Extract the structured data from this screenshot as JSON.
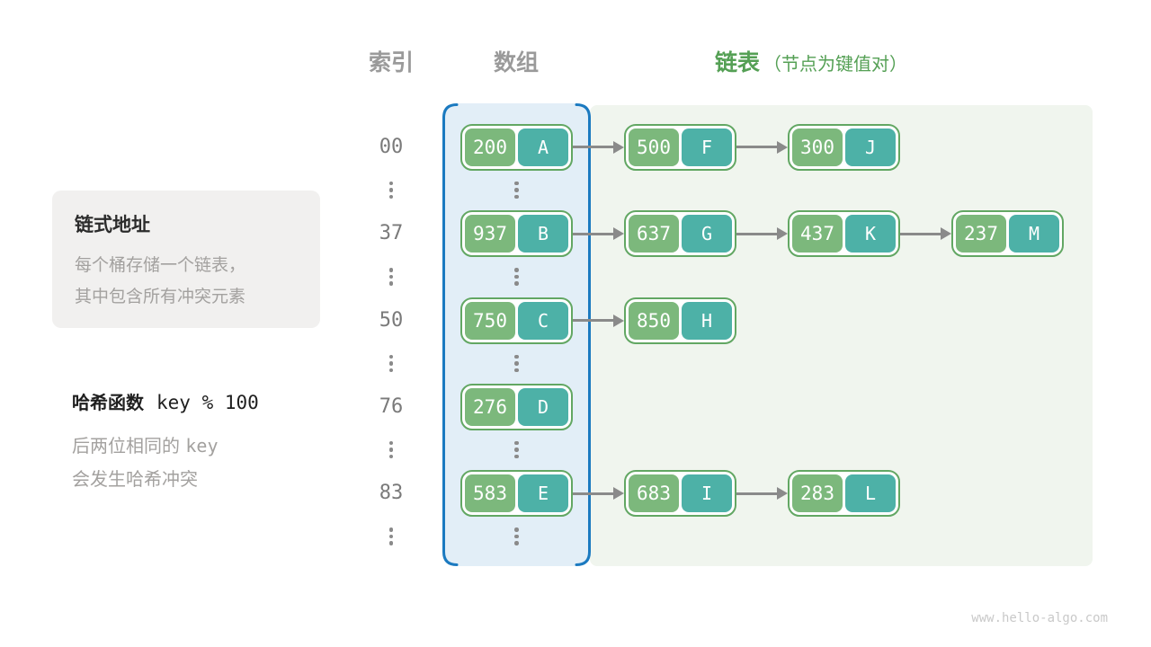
{
  "headers": {
    "index": "索引",
    "array": "数组",
    "list": "链表",
    "list_note": "（节点为键值对）"
  },
  "info_box": {
    "title": "链式地址",
    "lines": [
      "每个桶存储一个链表，",
      "其中包含所有冲突元素"
    ]
  },
  "hash_note": {
    "title": "哈希函数",
    "formula": "key % 100",
    "line2_text": "后两位相同的",
    "line2_code": "key",
    "line3": "会发生哈希冲突"
  },
  "rows": [
    {
      "index": "00",
      "bucket": {
        "key": "200",
        "value": "A"
      },
      "chain": [
        {
          "key": "500",
          "value": "F"
        },
        {
          "key": "300",
          "value": "J"
        }
      ]
    },
    {
      "index": "37",
      "bucket": {
        "key": "937",
        "value": "B"
      },
      "chain": [
        {
          "key": "637",
          "value": "G"
        },
        {
          "key": "437",
          "value": "K"
        },
        {
          "key": "237",
          "value": "M"
        }
      ]
    },
    {
      "index": "50",
      "bucket": {
        "key": "750",
        "value": "C"
      },
      "chain": [
        {
          "key": "850",
          "value": "H"
        }
      ]
    },
    {
      "index": "76",
      "bucket": {
        "key": "276",
        "value": "D"
      },
      "chain": []
    },
    {
      "index": "83",
      "bucket": {
        "key": "583",
        "value": "E"
      },
      "chain": [
        {
          "key": "683",
          "value": "I"
        },
        {
          "key": "283",
          "value": "L"
        }
      ]
    }
  ],
  "colors": {
    "accent_blue": "#1b7ac0",
    "panel_blue": "#e2eef7",
    "panel_green": "#f0f5ee",
    "node_border_green": "#62a763",
    "cell_green": "#7cb87c",
    "cell_teal": "#4db1a7",
    "text_green": "#55a055",
    "arrow_gray": "#8a8a8a"
  },
  "page": {
    "watermark": "www.hello-algo.com"
  }
}
